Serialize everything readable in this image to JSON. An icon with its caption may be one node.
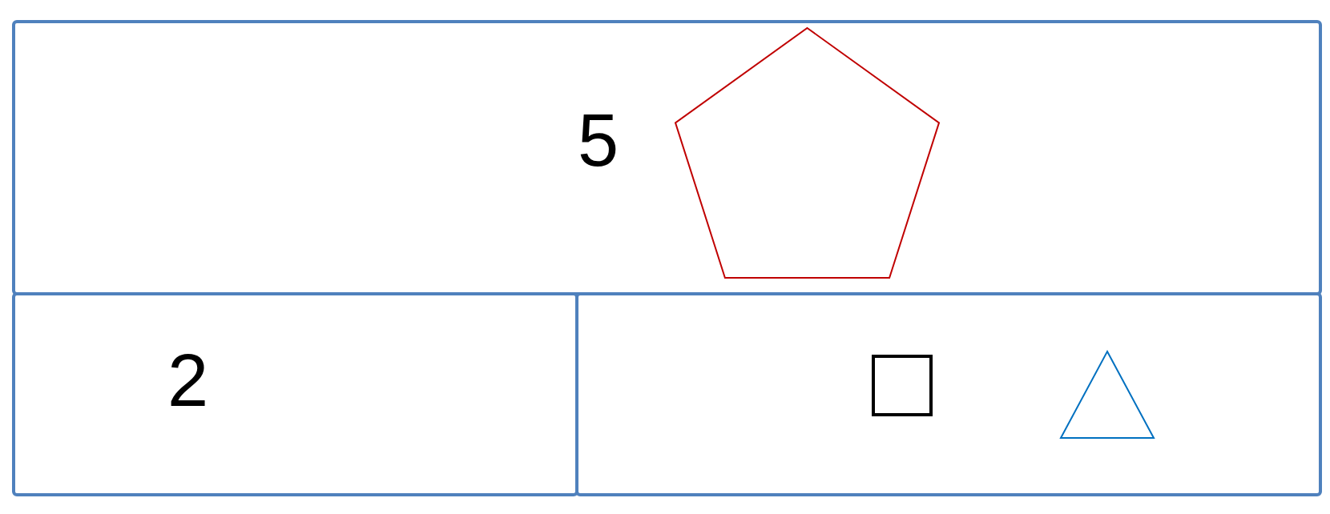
{
  "diagram": {
    "nodes": [
      {
        "text": [
          "5"
        ]
      },
      {
        "text": [
          "2"
        ]
      },
      {
        "text": [],
        "shape": "box"
      },
      {
        "text": [],
        "shape": "pentagon",
        "in": 0
      },
      {
        "text": [],
        "shape": "square",
        "in": 2
      },
      {
        "text": [],
        "shape": "triangle",
        "in": 2
      }
    ],
    "edges": []
  }
}
